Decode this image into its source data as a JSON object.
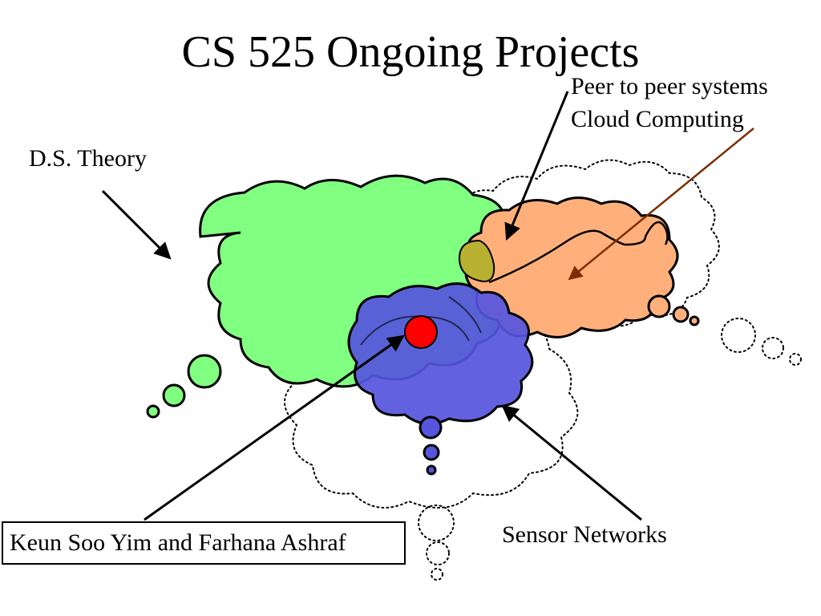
{
  "slide": {
    "title": "CS 525 Ongoing Projects"
  },
  "labels": {
    "p2p": "Peer to peer systems",
    "cloud": "Cloud Computing",
    "ds_theory": "D.S. Theory",
    "sensor": "Sensor Networks"
  },
  "authors": "Keun Soo Yim and Farhana Ashraf",
  "colors": {
    "ds_cloud": "#80ff80",
    "p2p_cloud": "#ffb07a",
    "sensor_cloud": "#5555dd",
    "overlap": "#b8b030",
    "center_dot": "#ff0000",
    "arrow_cloud": "#7a2e00",
    "outline": "#000000"
  }
}
